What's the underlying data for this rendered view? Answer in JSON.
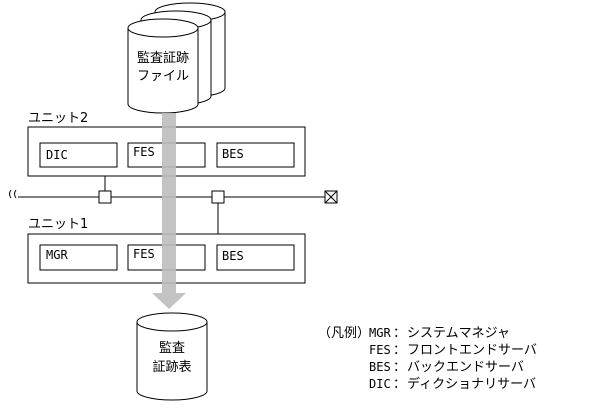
{
  "storage": {
    "audit_trail_file": [
      "監査証跡",
      "ファイル"
    ],
    "audit_trail_table": [
      "監査",
      "証跡表"
    ]
  },
  "units": [
    {
      "title": "ユニット2",
      "servers": [
        "DIC",
        "FES",
        "BES"
      ]
    },
    {
      "title": "ユニット1",
      "servers": [
        "MGR",
        "FES",
        "BES"
      ]
    }
  ],
  "legend": {
    "title": "（凡例）",
    "items": [
      {
        "code": "MGR",
        "desc": "システムマネジャ"
      },
      {
        "code": "FES",
        "desc": "フロントエンドサーバ"
      },
      {
        "code": "BES",
        "desc": "バックエンドサーバ"
      },
      {
        "code": "DIC",
        "desc": "ディクショナリサーバ"
      }
    ]
  }
}
